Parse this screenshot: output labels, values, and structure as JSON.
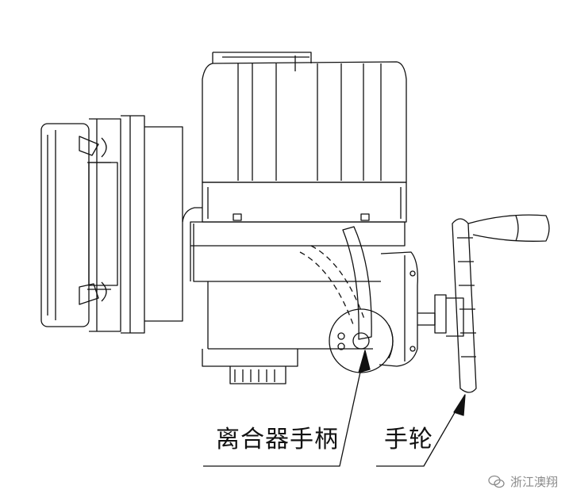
{
  "labels": {
    "clutch_handle": "离合器手柄",
    "handwheel": "手轮"
  },
  "watermark": {
    "text": "浙江澳翔",
    "icon": "wechat-icon"
  },
  "colors": {
    "line": "#111111",
    "background": "#ffffff",
    "watermark": "#8a8a8a"
  }
}
